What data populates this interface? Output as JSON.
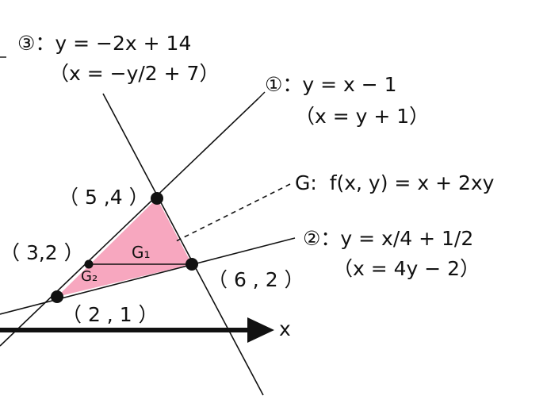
{
  "equations": {
    "eq3": "③：y = −2x + 14",
    "eq3_inverse": "（x = −y/2 + 7）",
    "eq1": "①：y = x − 1",
    "eq1_inverse": "（x = y + 1）",
    "eq2": "②：y = x/4 + 1/2",
    "eq2_inverse": "（x = 4y − 2）",
    "g_function": "G:  f(x, y) = x + 2xy"
  },
  "points": {
    "p54": "（ 5 ,4 ）",
    "p32": "（ 3,2 ）",
    "p62": "（ 6 , 2 ）",
    "p21": "（ 2 , 1 ）"
  },
  "regions": {
    "g1": "G₁",
    "g2": "G₂"
  },
  "axis": {
    "x_label": "x"
  },
  "colors": {
    "region_fill": "#f7a7bf",
    "line": "#111111"
  }
}
